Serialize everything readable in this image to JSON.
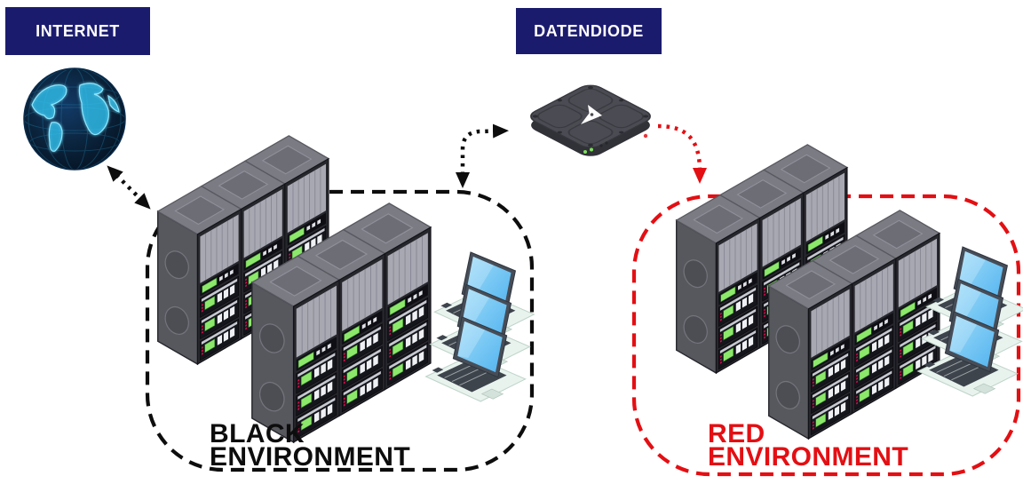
{
  "labels": {
    "internet": "INTERNET",
    "datendiode": "DATENDIODE"
  },
  "environments": {
    "black": {
      "name_line1": "BLACK",
      "name_line2": "ENVIRONMENT",
      "boundary_color": "#0d0d0d",
      "text_color": "#0d0d0d",
      "contents": [
        "server-rack-cluster",
        "server-rack-cluster",
        "laptop-stack"
      ]
    },
    "red": {
      "name_line1": "RED",
      "name_line2": "ENVIRONMENT",
      "boundary_color": "#e30f13",
      "text_color": "#e30f13",
      "contents": [
        "server-rack-cluster",
        "server-rack-cluster",
        "laptop-stack"
      ]
    }
  },
  "connections": [
    {
      "from": "internet-globe",
      "to": "black-environment",
      "style": "dotted",
      "color": "#0d0d0d",
      "bidirectional": true
    },
    {
      "from": "black-environment",
      "to": "datendiode-device",
      "style": "dotted",
      "color": "#0d0d0d",
      "bidirectional": true
    },
    {
      "from": "datendiode-device",
      "to": "red-environment",
      "style": "dotted",
      "color": "#e30f13",
      "bidirectional": false
    }
  ],
  "icons": {
    "globe": "globe-icon",
    "diode": "data-diode-device-icon",
    "rack": "server-rack-cluster-icon",
    "laptops": "laptop-stack-icon"
  },
  "colors": {
    "label_bg": "#1b1b6e",
    "label_text": "#ffffff",
    "navy": "#1b1b6e",
    "red": "#e30f13",
    "black": "#0d0d0d",
    "globe_glow": "#2ec1ee",
    "rack_green": "#8ce86a"
  }
}
